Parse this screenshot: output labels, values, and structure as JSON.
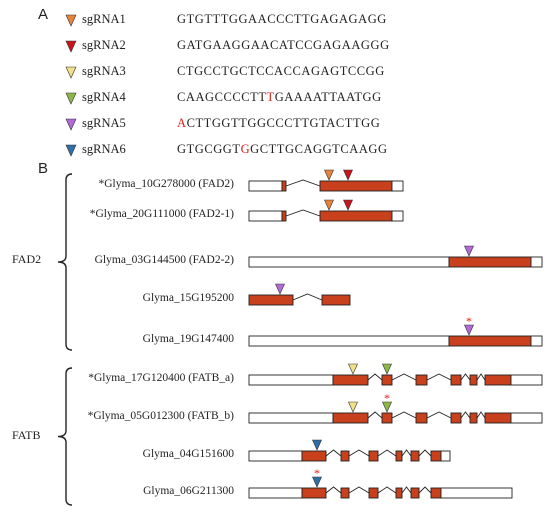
{
  "panel_a": {
    "letter": "A",
    "sgrnas": [
      {
        "name": "sgRNA1",
        "color": "#e8833a",
        "seq": [
          "GTGTTTGGAACCCTTGAGAGAGG"
        ]
      },
      {
        "name": "sgRNA2",
        "color": "#c8141c",
        "seq": [
          "GATGAAGGAACATCCGAGAAGGG"
        ]
      },
      {
        "name": "sgRNA3",
        "color": "#f2e08a",
        "seq": [
          "CTGCCTGCTCCACCAGAGTCCGG"
        ]
      },
      {
        "name": "sgRNA4",
        "color": "#8cb84a",
        "seq": [
          "CAAGCCCCTT",
          "T",
          "GAAAATTAATGG"
        ]
      },
      {
        "name": "sgRNA5",
        "color": "#b36ad8",
        "seq": [
          "",
          "A",
          "CTTGGTTGGCCCTTGTACTTGG"
        ]
      },
      {
        "name": "sgRNA6",
        "color": "#2f6fa8",
        "seq": [
          "GTGCGGT",
          "G",
          "GCTTGCAGGTCAAGG"
        ]
      }
    ]
  },
  "panel_b": {
    "letter": "B",
    "groups": [
      {
        "label": "FAD2"
      },
      {
        "label": "FATB"
      }
    ],
    "genes": [
      {
        "label": "*Glyma_10G278000  (FAD2)",
        "sgrnas": [
          1,
          2
        ]
      },
      {
        "label": "*Glyma_20G111000  (FAD2-1)",
        "sgrnas": [
          1,
          2
        ]
      },
      {
        "label": "Glyma_03G144500  (FAD2-2)",
        "sgrnas": [
          5
        ]
      },
      {
        "label": "Glyma_15G195200",
        "sgrnas": [
          5
        ]
      },
      {
        "label": "Glyma_19G147400",
        "sgrnas": [
          5
        ],
        "star": true
      },
      {
        "label": "*Glyma_17G120400  (FATB_a)",
        "sgrnas": [
          3,
          4
        ]
      },
      {
        "label": "*Glyma_05G012300  (FATB_b)",
        "sgrnas": [
          3,
          4
        ],
        "star": true
      },
      {
        "label": "Glyma_04G151600",
        "sgrnas": [
          6
        ]
      },
      {
        "label": "Glyma_06G211300",
        "sgrnas": [
          6
        ],
        "star": true
      }
    ],
    "star_symbol": "*",
    "colors": {
      "exon": "#c8401c",
      "utr": "#ffffff",
      "outline": "#222222"
    }
  }
}
